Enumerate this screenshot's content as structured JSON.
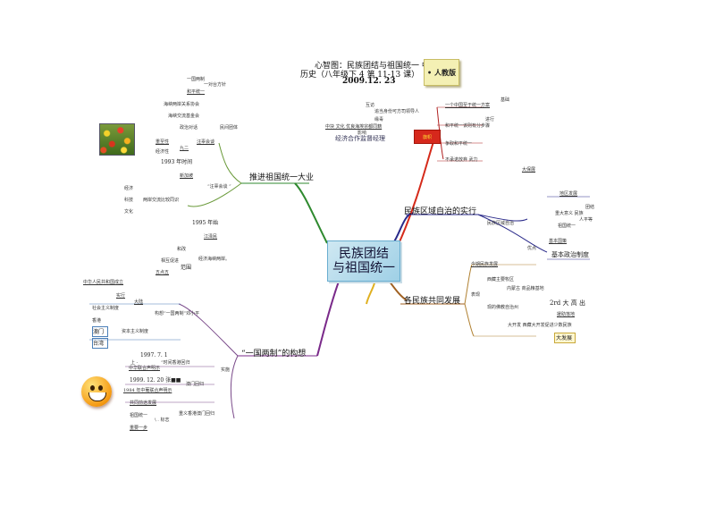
{
  "header": {
    "line1": "心智图：民族团结与祖国统一 中国",
    "line2": "历史（八年级下 4 第 11-13 课）",
    "line3": "2009.12. 23",
    "sticky": "• 人教版"
  },
  "center": {
    "line1": "民族团结",
    "line2": "与祖国统一"
  },
  "branches": {
    "tl": "推进祖国统一大业",
    "tr": "民族区域自治的实行",
    "br": "各民族共同发展",
    "bl": "“一国两制”的构想"
  },
  "top_right": {
    "mutual": "互访",
    "leaders": "追当身份可方司领导人",
    "one_china": "一个中国至于统一方案",
    "basis": "基础",
    "peace": "和平统一该则有分步骤",
    "progress": "进行",
    "link": "缘毒",
    "strive": "争取和平统一",
    "culture": "中块 文化 优良海埃宗都同籍",
    "influence": "影响",
    "no_force": "不承诺放弃 武力",
    "econ": "经济合作监督经理",
    "flag": "旗帜",
    "develop": "大保展"
  },
  "top_left": {
    "n1": "一国两制",
    "n2": "一对台方针",
    "n3": "和平统一",
    "n4": "海峡两岸关系协会",
    "n5": "海峡交流基金会",
    "n6": "政治对话",
    "n7": "民间团体",
    "n8": "重至性",
    "n9": "经济性",
    "n10": "汪辜会谈",
    "n11": "九二",
    "n12": "1993 年时间",
    "n13": "新加坡",
    "n14": "“汪辜会谈 ”",
    "n15": "经济",
    "n16": "科技",
    "n17": "两岸交流比较同识",
    "n18": "文化",
    "n19": "1995 年始",
    "n20": "江泽民",
    "n21": "和改",
    "n22": "相互促进",
    "n23": "经济海峡两岸。",
    "n24": "五点五",
    "n25": "范围",
    "n26": "中华人民共和国成立"
  },
  "bottom_left": {
    "n1": "实行",
    "n2": "大陆",
    "n3": "社会主义制度",
    "n4": "构想“一国两制”邓小平",
    "n5": "香港",
    "n6": "澳门",
    "n7": "资本主义制度",
    "n8": "台湾",
    "n9": "1997. 7. 1",
    "n10": "上 -",
    "n11": "“时间香港回归",
    "n12": "中华联合声明示",
    "n13": "实施",
    "n14": "1999. 12. 20 张■■",
    "n15": "澳门回归",
    "n16": "1984 年中葡联合声明示",
    "n17": "共同前途发展",
    "n18": "祖国统一",
    "n19": "\\ . 标志",
    "n20": "重义香港澳门回归",
    "n21": "重要一步"
  },
  "right": {
    "n1": "地区发展",
    "n2": "团结",
    "n3": "重大意义 民族",
    "n4": "人平等",
    "n5": "民族区域自治",
    "n6": "祖国统一",
    "n7": "基本国策",
    "n8": "优点",
    "n9": "基本政治制度",
    "n10": "今期民族发展",
    "n11": "西藏主要牧区",
    "n12": "表现",
    "n13": "内蒙古 商品粮基地",
    "n14": "2rd 大 高 出",
    "n15": "现的佛教自治州",
    "n16": "援助落地",
    "n17": "大开发 西藏大开发促进少数民族",
    "n18": "大发展"
  }
}
